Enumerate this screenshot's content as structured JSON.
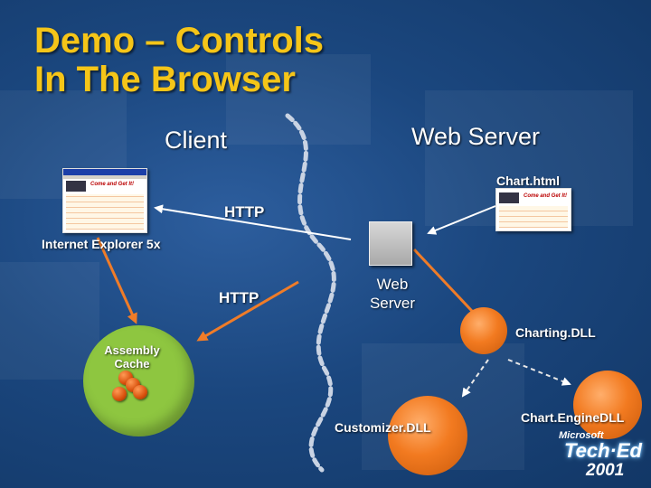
{
  "slide": {
    "title_line1": "Demo – Controls",
    "title_line2": "In The Browser"
  },
  "labels": {
    "client": "Client",
    "web_server_heading": "Web Server",
    "chart_html": "Chart.html",
    "http_top": "HTTP",
    "internet_explorer": "Internet Explorer 5x",
    "http_bottom": "HTTP",
    "web_server_line1": "Web",
    "web_server_line2": "Server",
    "charting_dll": "Charting.DLL",
    "assembly_cache_line1": "Assembly",
    "assembly_cache_line2": "Cache",
    "customizer_dll": "Customizer.DLL",
    "chart_engine_dll": "Chart.EngineDLL"
  },
  "logo": {
    "company": "Microsoft",
    "event": "Tech·Ed",
    "year": "2001"
  },
  "icons": {
    "browser_window": "browser-window-icon",
    "server": "server-icon",
    "html_page": "html-page-icon"
  },
  "colors": {
    "title": "#f5c518",
    "arrow_orange": "#f07c28",
    "cache_green": "#8ec640",
    "sphere_orange": "#f27a20"
  }
}
